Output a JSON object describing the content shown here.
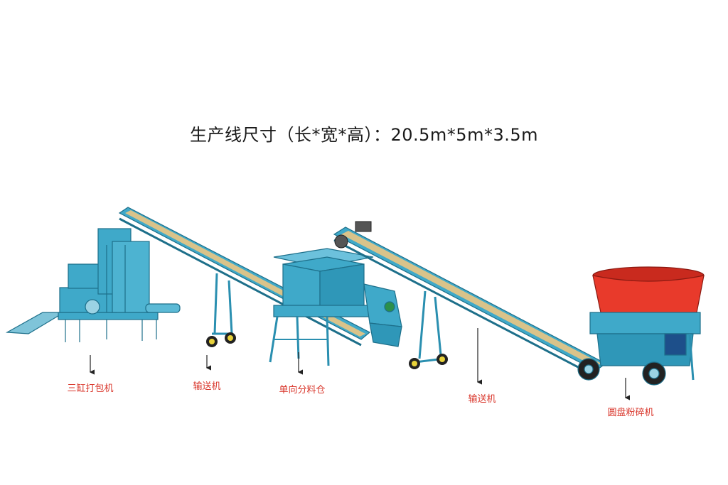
{
  "title": "生产线尺寸（长*宽*高）：20.5m*5m*3.5m",
  "labels": {
    "baler": "三缸打包机",
    "conveyor1": "输送机",
    "silo": "单向分料仓",
    "conveyor2": "输送机",
    "crusher": "圆盘粉碎机"
  },
  "colors": {
    "machine": "#3fa9c9",
    "machine_dark": "#1d6f8a",
    "crusher_drum": "#e83a2b",
    "label": "#d9362b",
    "belt": "#d9c38a",
    "wheel_rim": "#e8d23a"
  }
}
